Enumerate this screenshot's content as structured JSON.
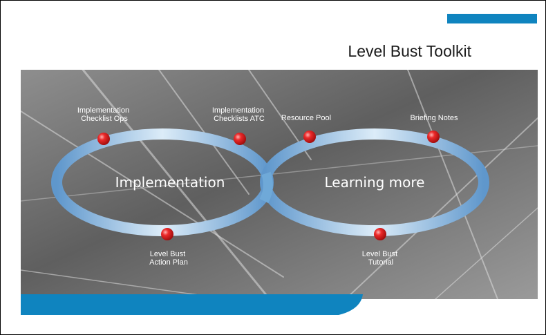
{
  "title": "Level Bust Toolkit",
  "colors": {
    "accent": "#0f84bf",
    "ring": "#6fa9d8",
    "node": "#e0141b",
    "background_gray": "#7a7a7a"
  },
  "diagram": {
    "left_ring_label": "Implementation",
    "right_ring_label": "Learning more",
    "nodes": [
      {
        "label_lines": [
          "Implementation",
          "Checklist Ops"
        ]
      },
      {
        "label_lines": [
          "Implementation",
          "Checklists ATC"
        ]
      },
      {
        "label_lines": [
          "Resource Pool"
        ]
      },
      {
        "label_lines": [
          "Briefing Notes"
        ]
      },
      {
        "label_lines": [
          "Level Bust",
          "Action Plan"
        ]
      },
      {
        "label_lines": [
          "Level Bust",
          "Tutorial"
        ]
      }
    ]
  }
}
